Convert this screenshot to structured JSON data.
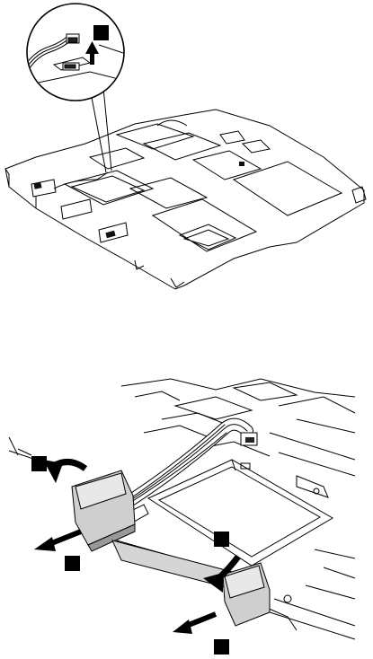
{
  "figures": [
    {
      "name": "laptop-base-overview",
      "steps": [
        {
          "label": "",
          "callout": "detail-circle-connector"
        }
      ]
    },
    {
      "name": "speaker-assembly-closeup",
      "steps": [
        {
          "label": ""
        },
        {
          "label": ""
        },
        {
          "label": ""
        },
        {
          "label": ""
        }
      ]
    }
  ],
  "icons": [
    "arrow-up-icon",
    "curved-arrow-icon",
    "straight-arrow-icon",
    "step-badge-icon"
  ]
}
